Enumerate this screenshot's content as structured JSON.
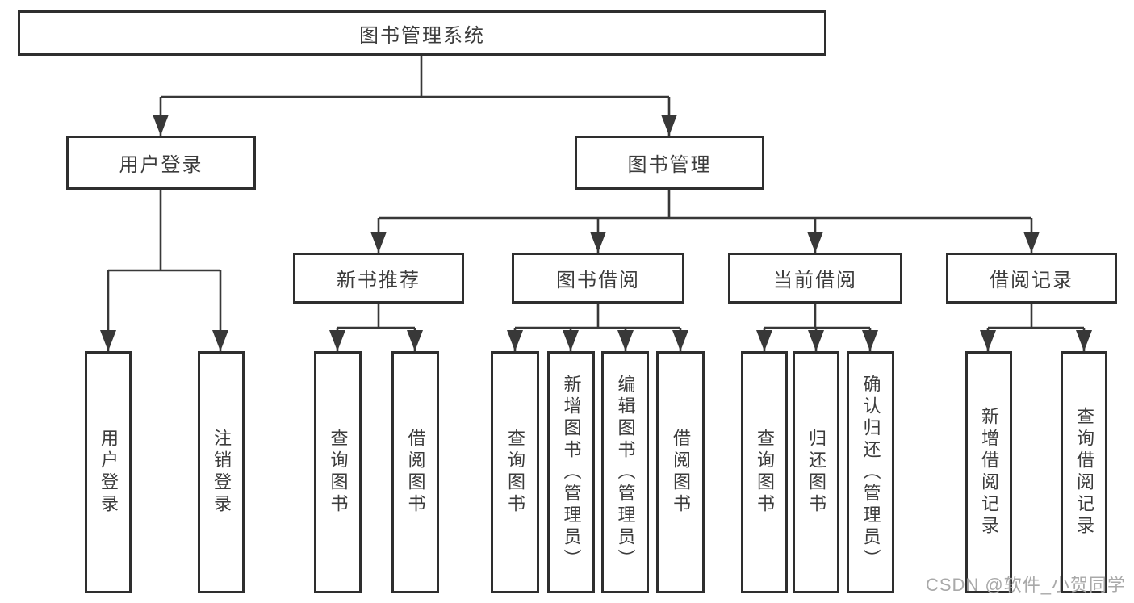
{
  "tree": {
    "root": {
      "label": "图书管理系统"
    },
    "branches": [
      {
        "label": "用户登录",
        "children": [
          {
            "label": "用户登录"
          },
          {
            "label": "注销登录"
          }
        ]
      },
      {
        "label": "图书管理",
        "children": [
          {
            "label": "新书推荐",
            "children": [
              {
                "label": "查询图书"
              },
              {
                "label": "借阅图书"
              }
            ]
          },
          {
            "label": "图书借阅",
            "children": [
              {
                "label": "查询图书"
              },
              {
                "label": "新增图书（管理员）"
              },
              {
                "label": "编辑图书（管理员）"
              },
              {
                "label": "借阅图书"
              }
            ]
          },
          {
            "label": "当前借阅",
            "children": [
              {
                "label": "查询图书"
              },
              {
                "label": "归还图书"
              },
              {
                "label": "确认归还（管理员）"
              }
            ]
          },
          {
            "label": "借阅记录",
            "children": [
              {
                "label": "新增借阅记录"
              },
              {
                "label": "查询借阅记录"
              }
            ]
          }
        ]
      }
    ]
  },
  "watermark": {
    "text": "CSDN @软件_小贺同学"
  },
  "colors": {
    "line": "#383838",
    "border": "#2e2e2e",
    "text": "#3c3c3c",
    "watermark": "#a9a9a9",
    "background": "#ffffff"
  }
}
